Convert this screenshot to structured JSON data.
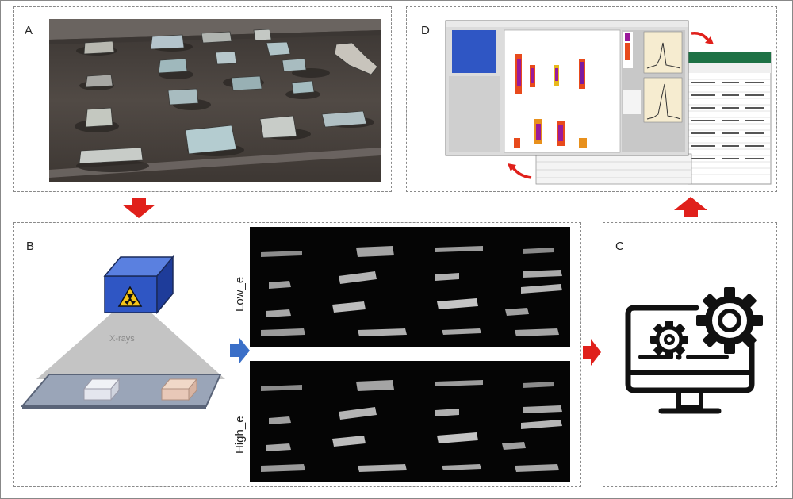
{
  "panels": {
    "a": {
      "label": "A"
    },
    "b": {
      "label": "B"
    },
    "c": {
      "label": "C"
    },
    "d": {
      "label": "D"
    }
  },
  "scanner": {
    "beam_label": "X-rays",
    "icon": "radiation-hazard-icon"
  },
  "xray_images": {
    "low": {
      "label": "Low_e"
    },
    "high": {
      "label": "High_e"
    }
  },
  "software": {
    "icon": "computer-gears-icon"
  },
  "colors": {
    "arrow_red": "#e0201b",
    "arrow_blue": "#3a6fc8",
    "detector_blue": "#2f56c4",
    "excel_green": "#1e7145"
  }
}
